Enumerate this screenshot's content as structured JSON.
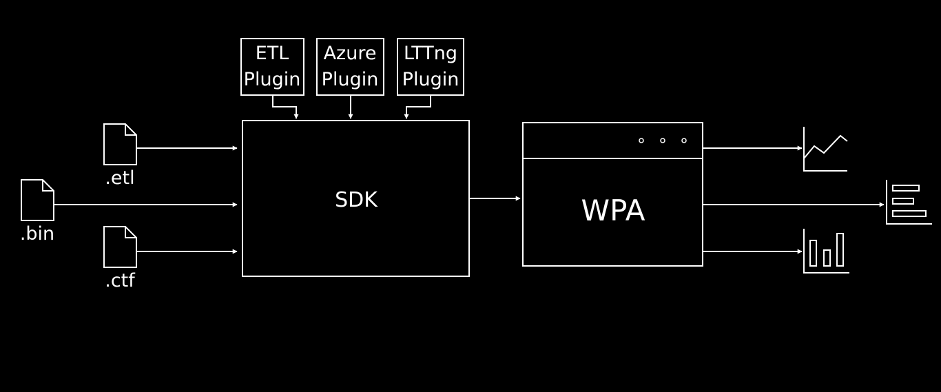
{
  "plugins": [
    {
      "line1": "ETL",
      "line2": "Plugin"
    },
    {
      "line1": "Azure",
      "line2": "Plugin"
    },
    {
      "line1": "LTTng",
      "line2": "Plugin"
    }
  ],
  "files": [
    {
      "label": ".etl"
    },
    {
      "label": ".bin"
    },
    {
      "label": ".ctf"
    }
  ],
  "sdk": {
    "label": "SDK"
  },
  "wpa": {
    "label": "WPA"
  },
  "outputs": [
    {
      "icon": "line-chart-icon"
    },
    {
      "icon": "horizontal-bar-chart-icon"
    },
    {
      "icon": "column-chart-icon"
    }
  ],
  "colors": {
    "background": "#000000",
    "stroke": "#ffffff"
  }
}
